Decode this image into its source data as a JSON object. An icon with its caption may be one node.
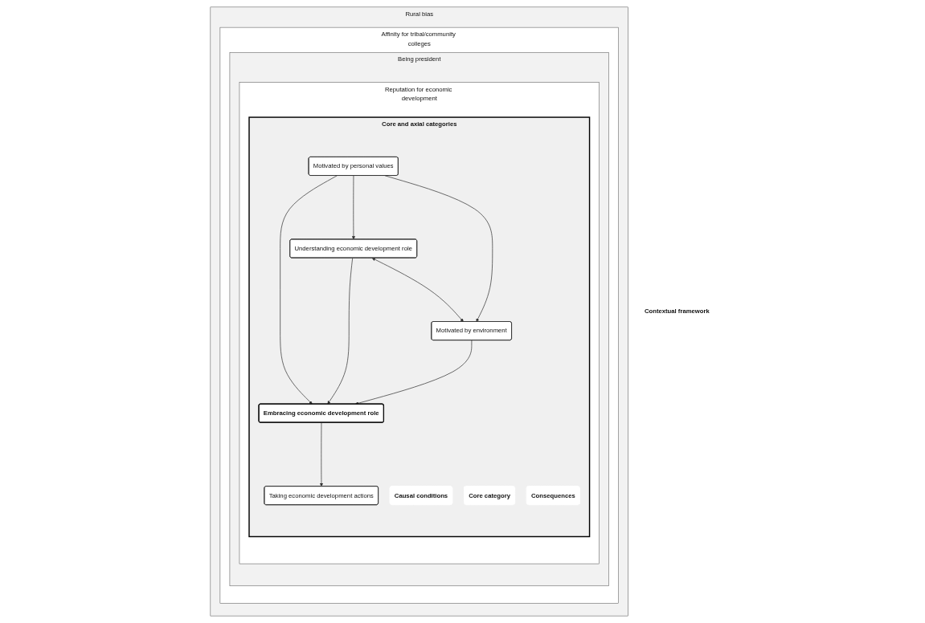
{
  "diagram": {
    "nodes": [
      {
        "text": [
          "Rural bias"
        ]
      },
      {
        "text": [
          "Affinity for tribal/community colleges"
        ],
        "in": 0
      },
      {
        "text": [
          "Being president"
        ],
        "in": 1
      },
      {
        "text": [
          "Reputation for economic development"
        ],
        "in": 2
      },
      {
        "text": [
          "Core and axial categories"
        ],
        "in": 3
      },
      {
        "text": [
          "Motivated by personal values"
        ],
        "in": 4
      },
      {
        "text": [
          "Understanding economic development role"
        ],
        "in": 4
      },
      {
        "text": [
          "Motivated by environment"
        ],
        "in": 4
      },
      {
        "text": [
          "Embracing economic development role"
        ],
        "in": 4
      },
      {
        "text": [
          "Taking economic development actions"
        ],
        "in": 4
      },
      {
        "text": [
          "Causal conditions"
        ],
        "in": 4
      },
      {
        "text": [
          "Core category"
        ],
        "in": 4
      },
      {
        "text": [
          "Consequences"
        ],
        "in": 4
      },
      {
        "text": [
          "Contextual framework"
        ]
      }
    ],
    "edges": [
      {
        "from": 5,
        "to": 6,
        "arrow": "to"
      },
      {
        "from": 6,
        "to": 7,
        "arrow": "both"
      },
      {
        "from": 5,
        "to": 7,
        "arrow": "to"
      },
      {
        "from": 5,
        "to": 8,
        "arrow": "to"
      },
      {
        "from": 6,
        "to": 8,
        "arrow": "to"
      },
      {
        "from": 7,
        "to": 8,
        "arrow": "to"
      },
      {
        "from": 8,
        "to": 9,
        "arrow": "to"
      }
    ]
  }
}
